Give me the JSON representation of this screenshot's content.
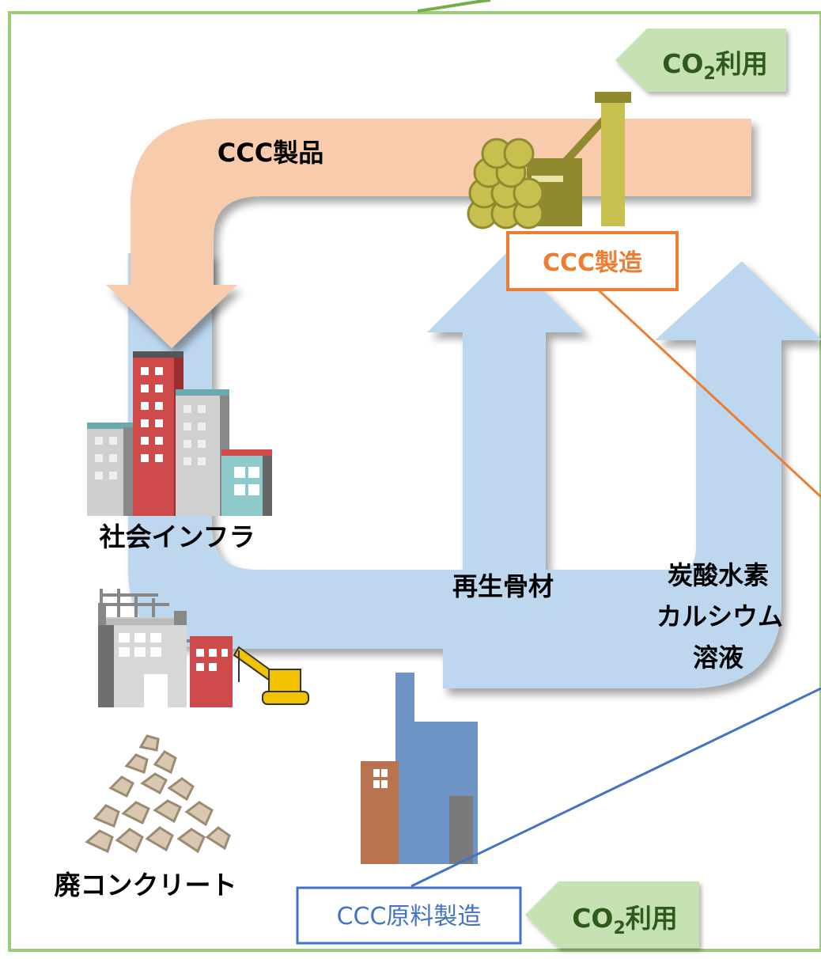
{
  "labels": {
    "products": "CCC製品",
    "infrastructure": "社会インフラ",
    "recycled_aggregate": "再生骨材",
    "solution_line1": "炭酸水素",
    "solution_line2": "カルシウム",
    "solution_line3": "溶液",
    "waste_concrete": "廃コンクリート",
    "ccc_production": "CCC製造",
    "ccc_raw_production": "CCC原料製造"
  },
  "co2_tags": [
    {
      "prefix": "CO",
      "subscript": "2",
      "suffix": "利用"
    },
    {
      "prefix": "CO",
      "subscript": "2",
      "suffix": "利用"
    }
  ],
  "colors": {
    "frame_green": "#9ccb7c",
    "tag_green_fill": "#c7e2b2",
    "tag_green_text": "#2f5a1f",
    "flow_blue": "#bdd7ee",
    "flow_peach": "#f8cbad",
    "orange": "#ed7d31",
    "blue_line": "#4472c4"
  }
}
